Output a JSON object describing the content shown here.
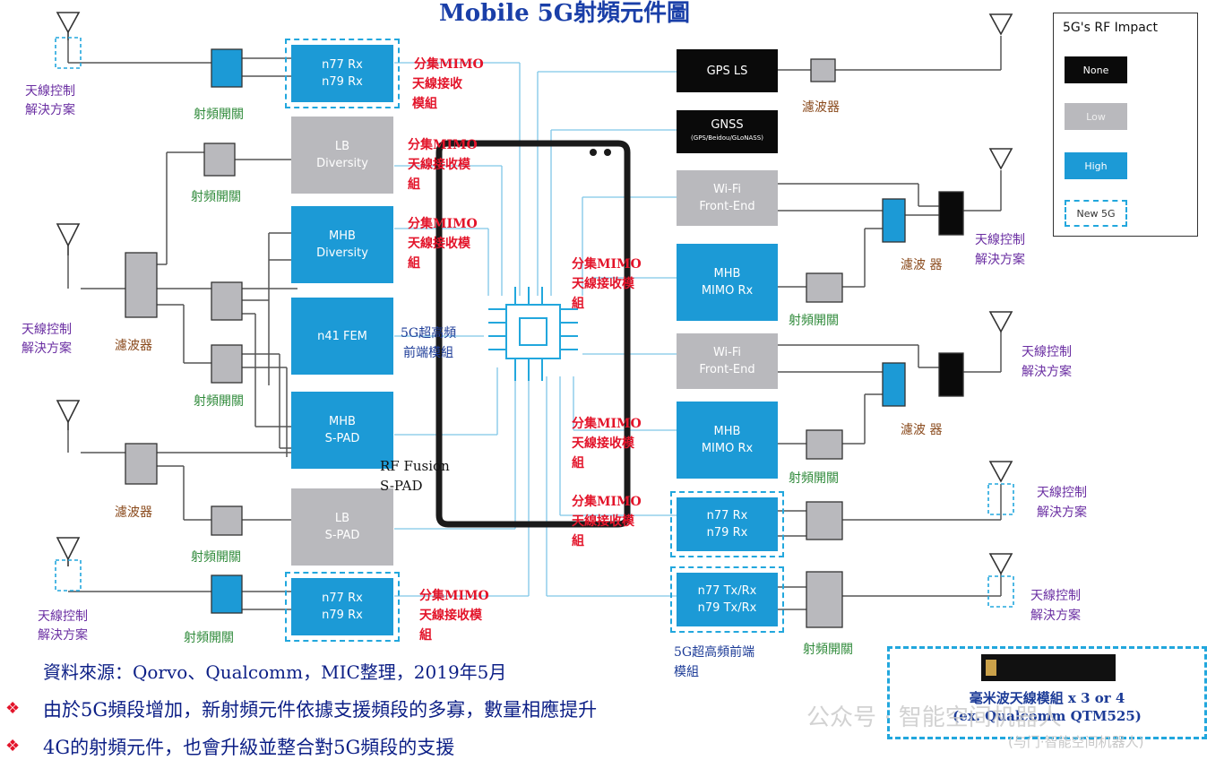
{
  "title": "Mobile 5G射頻元件圖",
  "legend": {
    "title": "5G's RF Impact",
    "items": [
      {
        "label": "None",
        "color": "#0a0a0a"
      },
      {
        "label": "Low",
        "color": "#b9b9bd"
      },
      {
        "label": "High",
        "color": "#1c9ad6"
      },
      {
        "label": "New 5G",
        "color": "#22a7dd"
      }
    ]
  },
  "blocks": {
    "n77rx_top": [
      "n77 Rx",
      "n79 Rx"
    ],
    "lb_div": [
      "LB",
      "Diversity"
    ],
    "mhb_div": [
      "MHB",
      "Diversity"
    ],
    "n41": [
      "n41 FEM"
    ],
    "mhb_spad": [
      "MHB",
      "S-PAD"
    ],
    "lb_spad": [
      "LB",
      "S-PAD"
    ],
    "n77rx_bot": [
      "n77 Rx",
      "n79 Rx"
    ],
    "gps": [
      "GPS LS"
    ],
    "gnss": [
      "GNSS",
      "(GPS/Beidou/GLoNASS)"
    ],
    "wifi1": [
      "Wi-Fi",
      "Front-End"
    ],
    "mhb_mimo1": [
      "MHB",
      "MIMO Rx"
    ],
    "wifi2": [
      "Wi-Fi",
      "Front-End"
    ],
    "mhb_mimo2": [
      "MHB",
      "MIMO Rx"
    ],
    "n77rx_r": [
      "n77 Rx",
      "n79 Rx"
    ],
    "n77tx_r": [
      "n77 Tx/Rx",
      "n79 Tx/Rx"
    ]
  },
  "labels": {
    "ant_ctrl": "天線控制",
    "ant_sol": "解決方案",
    "rf_switch": "射頻開關",
    "filter": "濾波器",
    "filter_alt": "濾波 器",
    "div_mimo": "分集MIMO",
    "div_rx_mod": "天線接收模組",
    "div_rx_a": "天線接收",
    "div_rx_b": "模組",
    "div_rx_c": "天線接收模",
    "div_rx_d": "組",
    "fe5g_a": "5G超高頻",
    "fe5g_b": "前端模組",
    "rf_fusion_a": "RF Fusion",
    "rf_fusion_b": "S-PAD",
    "fe5g_r_a": "5G超高頻前端",
    "fe5g_r_b": "模組"
  },
  "bottom": {
    "source": "資料來源：Qorvo、Qualcomm，MIC整理，2019年5月",
    "bullet1": "由於5G頻段增加，新射頻元件依據支援頻段的多寡，數量相應提升",
    "bullet2": "4G的射頻元件，也會升級並整合對5G頻段的支援",
    "mmw_line1": "毫米波天線模組 x 3 or 4",
    "mmw_line2": "(ex. Qualcomm QTM525)",
    "watermark": "公众号 · 智能空间机器人",
    "watermark2": "(与门·智能空间机器人)"
  }
}
